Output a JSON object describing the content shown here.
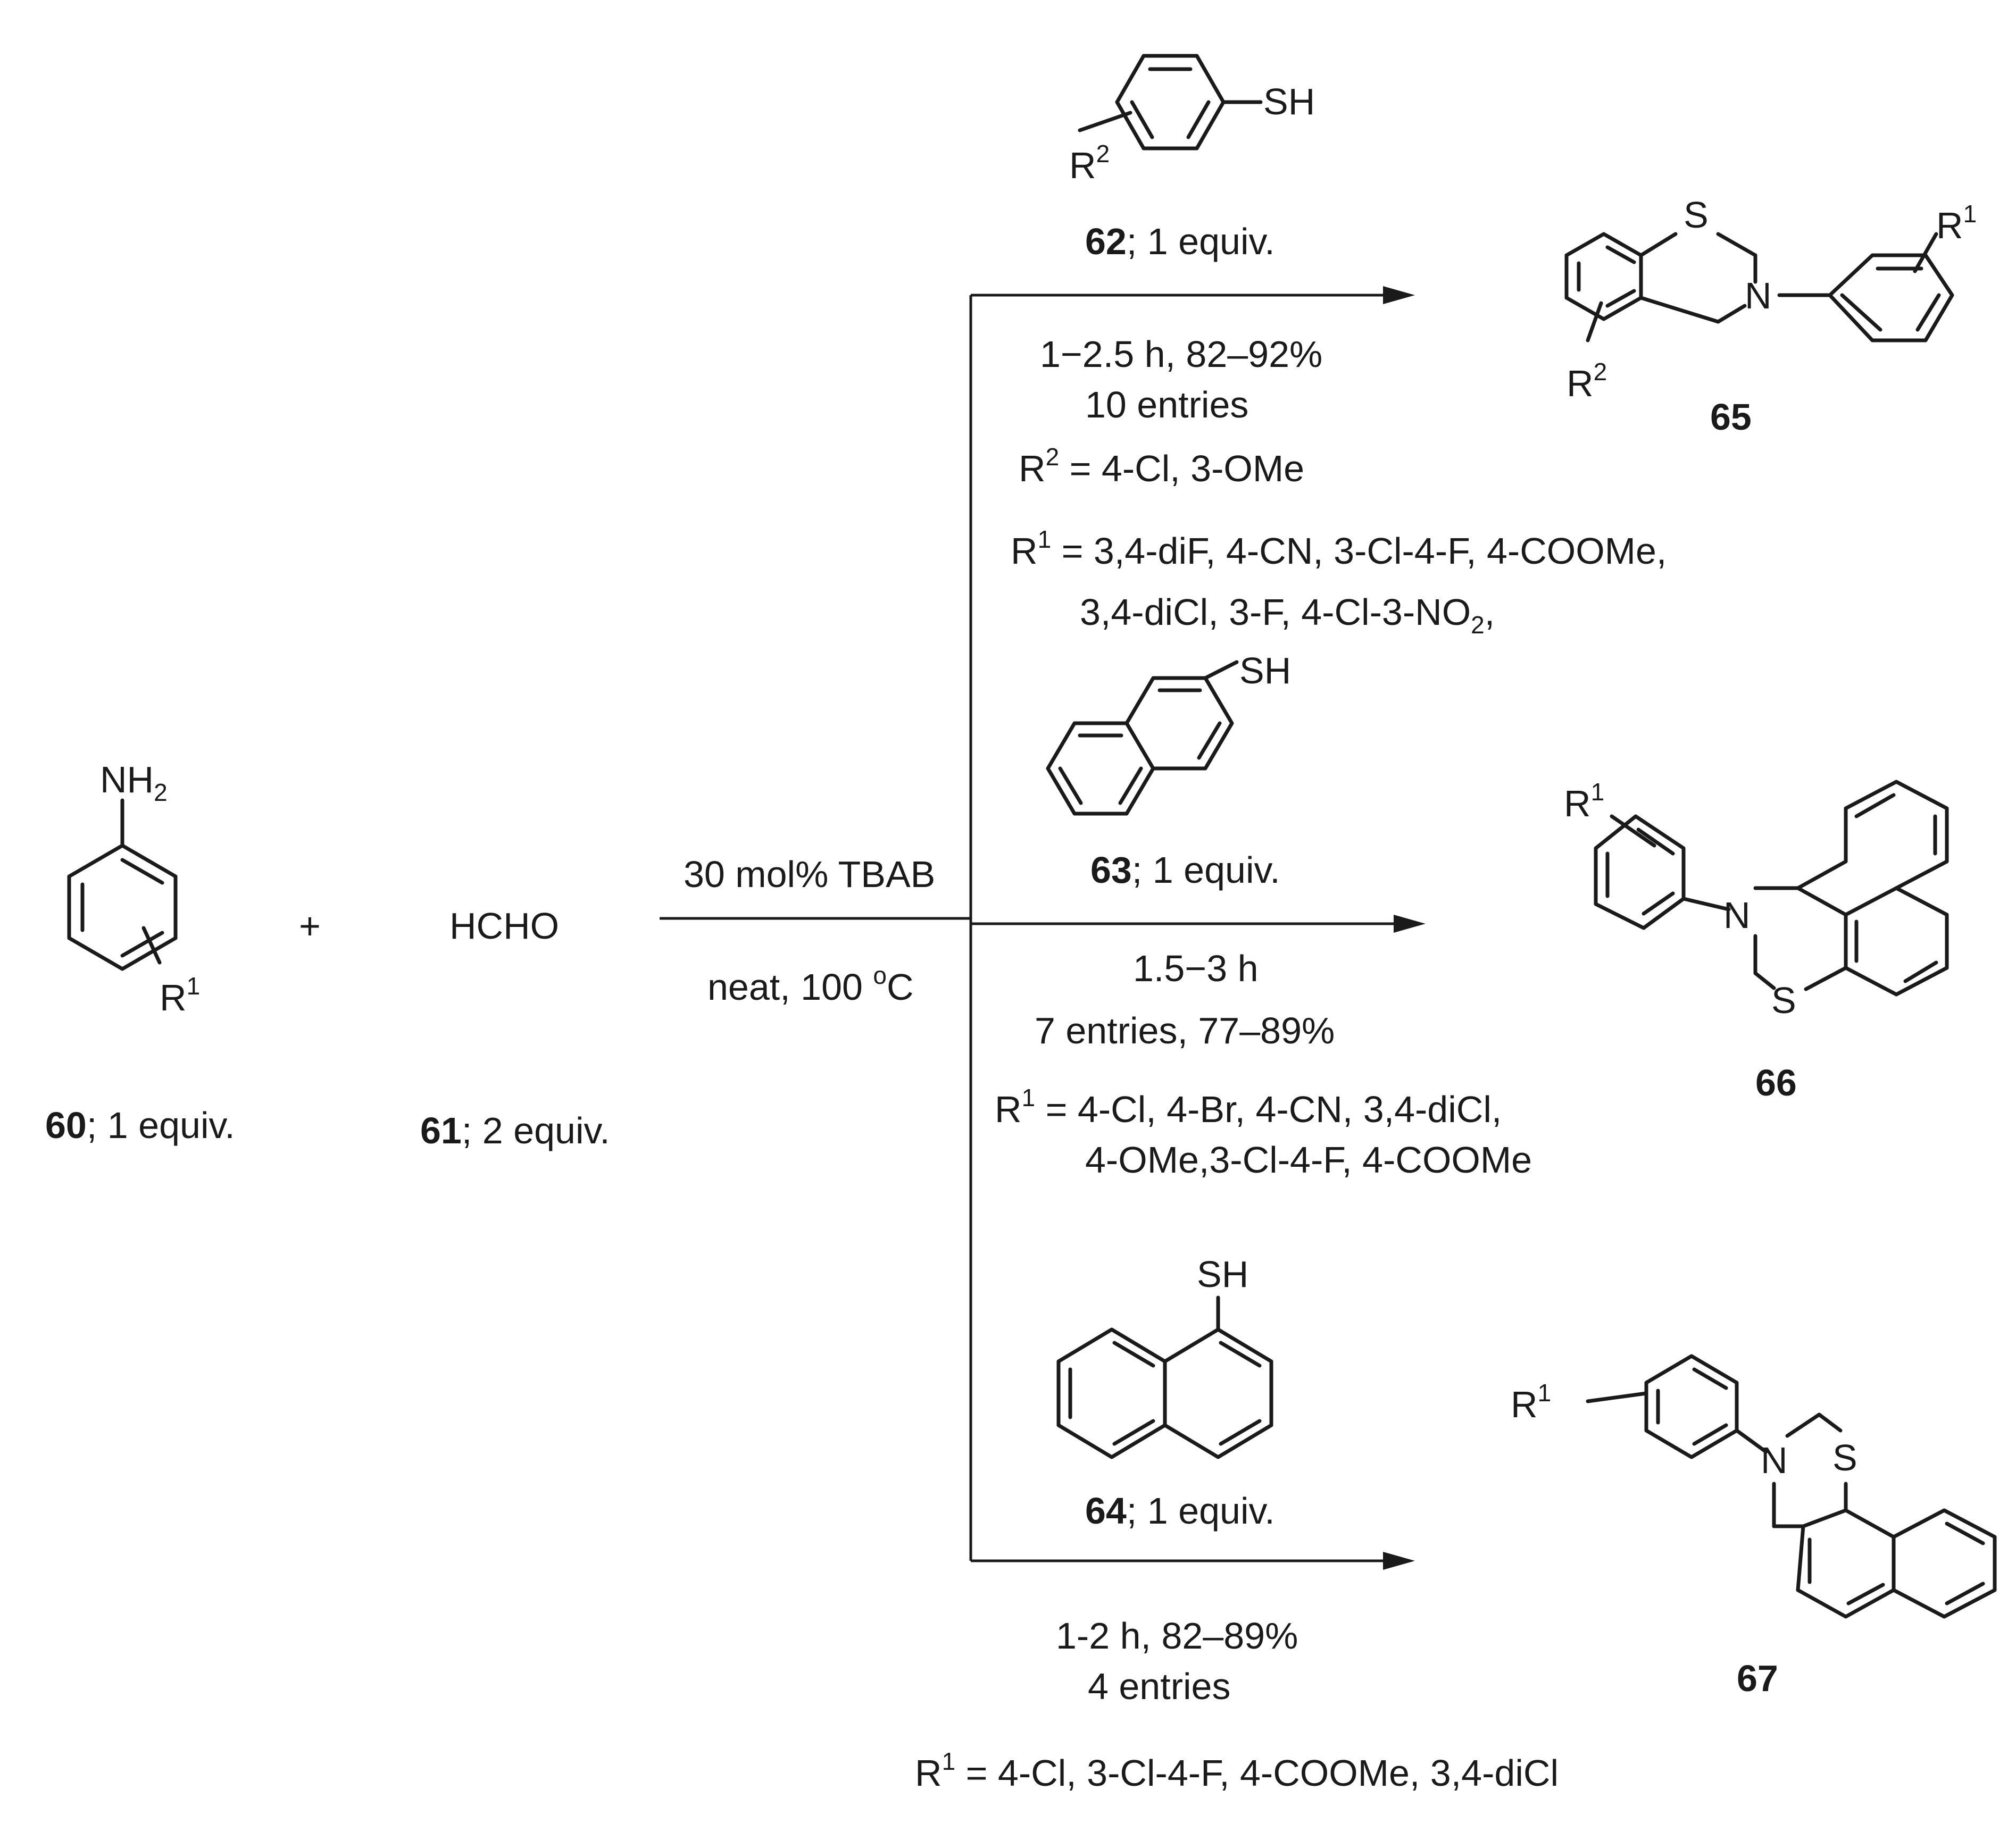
{
  "plus": "+",
  "reactant_60": {
    "atom_nh2": "NH",
    "atom_nh2_sub": "2",
    "r_label": "R",
    "r_sup": "1",
    "number": "60",
    "equiv": "; 1 equiv."
  },
  "reactant_61": {
    "formula": "HCHO",
    "number": "61",
    "equiv": "; 2 equiv."
  },
  "main_arrow": {
    "above": "30 mol% TBAB",
    "below_text": "neat, 100 ",
    "below_deg": "o",
    "below_unit": "C"
  },
  "thiol_62": {
    "sh": "SH",
    "r_label": "R",
    "r_sup": "2",
    "number": "62",
    "equiv": "; 1 equiv."
  },
  "branch_65": {
    "time_yield": "1−2.5 h, 82–92%",
    "entries": "10 entries",
    "r2_prefix": "R",
    "r2_sup": "2",
    "r2_values": " = 4-Cl, 3-OMe",
    "r1_prefix": "R",
    "r1_sup": "1",
    "r1_line1": " = 3,4-diF, 4-CN, 3-Cl-4-F, 4-COOMe,",
    "r1_line2": "3,4-diCl, 3-F, 4-Cl-3-NO",
    "r1_line2_sub": "2",
    "r1_line2_tail": ","
  },
  "product_65": {
    "s": "S",
    "n": "N",
    "r1": "R",
    "r1_sup": "1",
    "r2": "R",
    "r2_sup": "2",
    "number": "65"
  },
  "thiol_63": {
    "sh": "SH",
    "number": "63",
    "equiv": "; 1 equiv."
  },
  "branch_66": {
    "time": "1.5−3 h",
    "entries_yield": "7 entries, 77–89%",
    "r1_prefix": "R",
    "r1_sup": "1",
    "r1_line1": " = 4-Cl, 4-Br, 4-CN, 3,4-diCl,",
    "r1_line2": "4-OMe,3-Cl-4-F, 4-COOMe"
  },
  "product_66": {
    "s": "S",
    "n": "N",
    "r1": "R",
    "r1_sup": "1",
    "number": "66"
  },
  "thiol_64": {
    "sh": "SH",
    "number": "64",
    "equiv": "; 1 equiv."
  },
  "branch_67": {
    "time_yield": "1-2 h, 82–89%",
    "entries": "4 entries",
    "r1_prefix": "R",
    "r1_sup": "1",
    "r1_values": " = 4-Cl, 3-Cl-4-F, 4-COOMe, 3,4-diCl"
  },
  "product_67": {
    "s": "S",
    "n": "N",
    "r1": "R",
    "r1_sup": "1",
    "number": "67"
  }
}
